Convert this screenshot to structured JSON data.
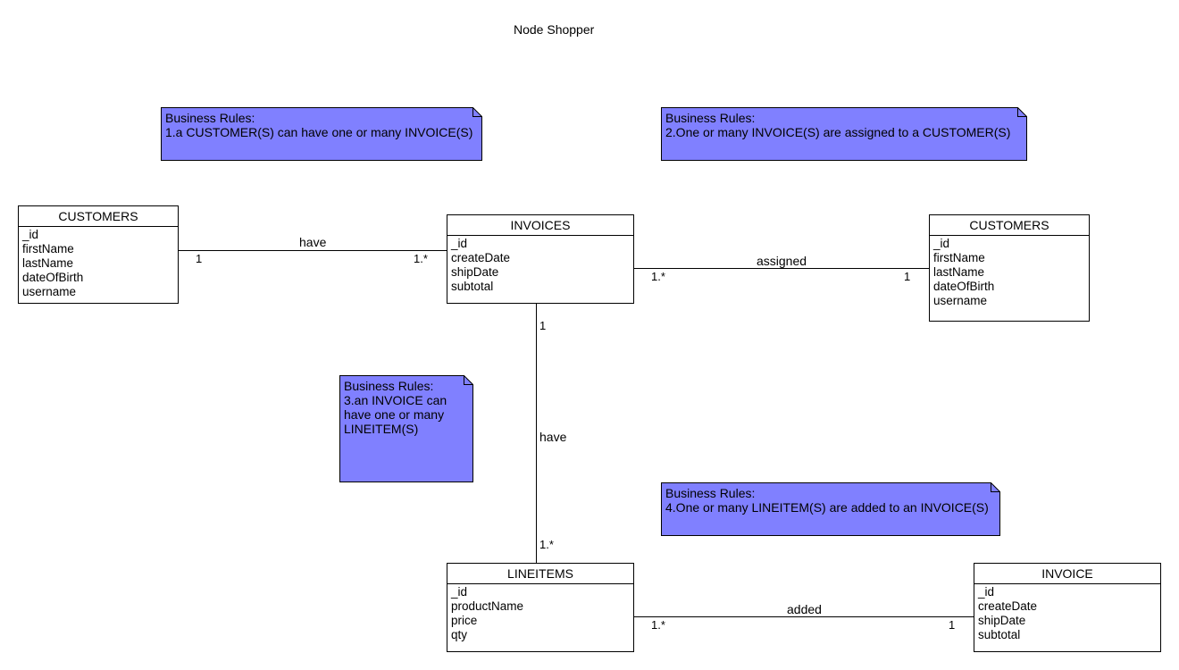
{
  "diagram_title": "Node Shopper",
  "colors": {
    "note_fill": "#8080ff",
    "line": "#000000"
  },
  "notes": [
    {
      "lines": [
        "Business Rules:",
        "1.a CUSTOMER(S) can have one or many INVOICE(S)"
      ]
    },
    {
      "lines": [
        "Business Rules:",
        "2.One or many INVOICE(S) are assigned to a CUSTOMER(S)"
      ]
    },
    {
      "lines": [
        "Business Rules:",
        "3.an INVOICE can",
        "have one or many",
        "LINEITEM(S)"
      ]
    },
    {
      "lines": [
        "Business Rules:",
        "4.One or many LINEITEM(S) are added to an INVOICE(S)"
      ]
    }
  ],
  "entities": {
    "customers_left": {
      "name": "CUSTOMERS",
      "attributes": [
        "_id",
        "firstName",
        "lastName",
        "dateOfBirth",
        "username"
      ]
    },
    "invoices": {
      "name": "INVOICES",
      "attributes": [
        "_id",
        "createDate",
        "shipDate",
        "subtotal"
      ]
    },
    "customers_right": {
      "name": "CUSTOMERS",
      "attributes": [
        "_id",
        "firstName",
        "lastName",
        "dateOfBirth",
        "username"
      ]
    },
    "lineitems": {
      "name": "LINEITEMS",
      "attributes": [
        "_id",
        "productName",
        "price",
        "qty"
      ]
    },
    "invoice": {
      "name": "INVOICE",
      "attributes": [
        "_id",
        "createDate",
        "shipDate",
        "subtotal"
      ]
    }
  },
  "relationships": {
    "customers_have_invoices": {
      "label": "have",
      "from_mult": "1",
      "to_mult": "1.*"
    },
    "invoices_assigned_customers": {
      "label": "assigned",
      "from_mult": "1.*",
      "to_mult": "1"
    },
    "invoices_have_lineitems": {
      "label": "have",
      "from_mult": "1",
      "to_mult": "1.*"
    },
    "lineitems_added_invoice": {
      "label": "added",
      "from_mult": "1.*",
      "to_mult": "1"
    }
  }
}
